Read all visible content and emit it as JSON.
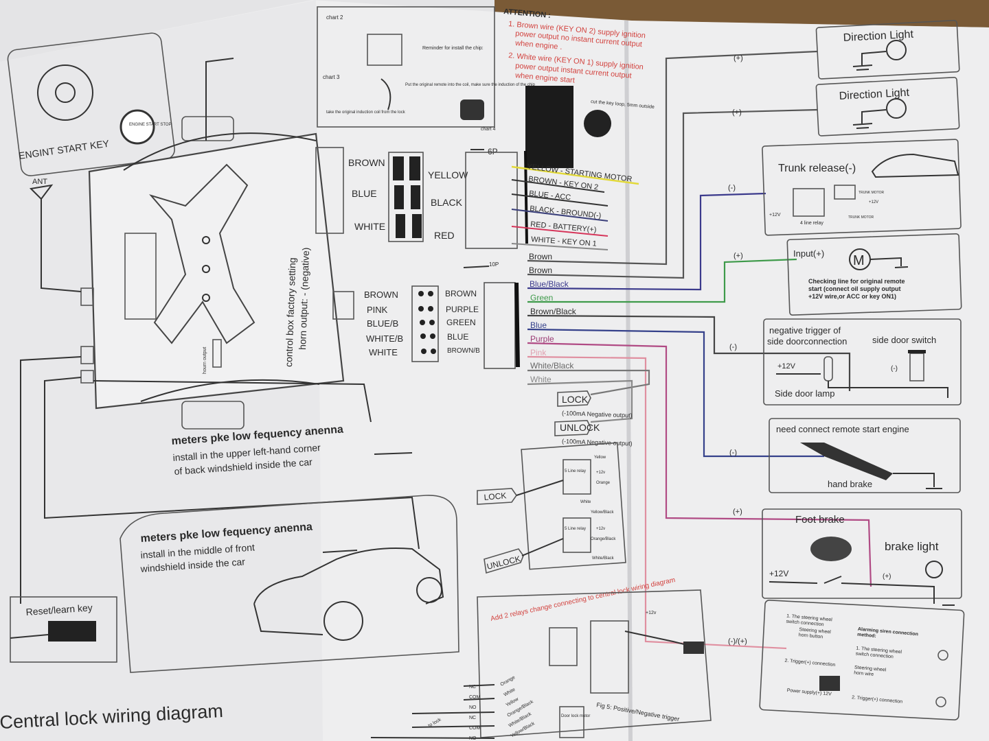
{
  "colors": {
    "paper": "#eeeeef",
    "wood": "#7a5a36",
    "attention": "#d2423e"
  },
  "left_page": {
    "engine_start_key": "ENGINT START KEY",
    "start_button": "ENGINE START STOP",
    "ant": "ANT",
    "control_box_note": [
      "control box factory setting",
      "horn output: - (negative)"
    ],
    "hourn_output": "hourn output",
    "antenna_back_title": "meters pke low fequency anenna",
    "antenna_back_desc": [
      "install in the  upper left-hand corner",
      "of back windshield inside the car"
    ],
    "antenna_front_title": "meters pke low fequency anenna",
    "antenna_front_desc": [
      "install in the  middle of front",
      "windshield inside the car"
    ],
    "reset_key": "Reset/learn key",
    "central_lock_title": "Central lock wiring diagram"
  },
  "top_middle": {
    "chart2": "chart 2",
    "chart3": "chart 3",
    "chart4": "chart 4",
    "reminder": "Reminder for install the chip:",
    "take_out": "take the original induction coil  from the lock",
    "put_chip": "Put the original remote into the coil, make sure the induction of the chip",
    "out_the_key": "cut the key loop, 5mm outside"
  },
  "attention": {
    "title": "ATTENTION :",
    "lines": [
      "1. Brown wire (KEY  ON 2) supply ignition",
      "power output no instant current output",
      "when engine .",
      "2. White wire (KEY  ON 1) supply ignition",
      "power output  instant current output",
      "when engine start"
    ]
  },
  "connector_6p": {
    "label": "6P",
    "left_pins": [
      "BROWN",
      "BLUE",
      "WHITE"
    ],
    "right_pins": [
      "YELLOW",
      "BLACK",
      "RED"
    ],
    "wires": [
      {
        "label": "YELLOW  - STARTING MOTOR",
        "color": "#e2d93a"
      },
      {
        "label": "BROWN  - KEY ON 2",
        "color": "#333333"
      },
      {
        "label": "BLUE  - ACC",
        "color": "#333333"
      },
      {
        "label": "BLACK  - BROUND(-)",
        "color": "#3a3f7a"
      },
      {
        "label": "RED  - BATTERY(+)",
        "color": "#d6355a"
      },
      {
        "label": "WHITE  - KEY ON 1",
        "color": "#777777"
      }
    ]
  },
  "connector_10p": {
    "label": "10P",
    "left_pins": [
      "BROWN",
      "PINK",
      "BLUE/B",
      "WHITE/B",
      "WHITE"
    ],
    "right_pins": [
      "BROWN",
      "PURPLE",
      "GREEN",
      "BLUE",
      "BROWN/B"
    ],
    "wires": [
      {
        "label": "Brown",
        "color": "#555555"
      },
      {
        "label": "Brown",
        "color": "#555555"
      },
      {
        "label": "Blue/Black",
        "color": "#3b3a8c"
      },
      {
        "label": "Green",
        "color": "#3e9a4a"
      },
      {
        "label": "Brown/Black",
        "color": "#555555"
      },
      {
        "label": "Blue",
        "color": "#34408a"
      },
      {
        "label": "Purple",
        "color": "#b04a84"
      },
      {
        "label": "Pink",
        "color": "#e08fa0"
      },
      {
        "label": "White/Black",
        "color": "#777777"
      },
      {
        "label": "White",
        "color": "#888888"
      }
    ]
  },
  "lock_outputs": {
    "lock": "LOCK",
    "lock_note": "(-100mA Negative output)",
    "unlock": "UNLOCK",
    "unlock_note": "(-100mA Negative output)"
  },
  "relays": {
    "lock": "LOCK",
    "unlock": "UNLOCK",
    "relay_label": "5 Line relay",
    "pins_lock": [
      "Yellow",
      "+12v",
      "Orange",
      "White"
    ],
    "pins_unlock": [
      "Yellow/Black",
      "+12v",
      "Orange/Black",
      "White/Black"
    ],
    "note": "Add 2 relays change connecting to central lock wiring diagram"
  },
  "central_lock_bottom": {
    "wires": [
      "Orange",
      "White",
      "Yellow",
      "Orange/Black",
      "White/Black",
      "Yellow/Black"
    ],
    "pins": [
      "NC",
      "COM",
      "NO",
      "NC",
      "COM",
      "NO"
    ],
    "to_lock": "to lock",
    "fig_label": "Fig 5: Positive/Negative trigger",
    "door_lock": "Door lock motor",
    "plus12": "+12v"
  },
  "right_boxes": {
    "direction_light_1": "Direction Light",
    "direction_light_2": "Direction Light",
    "trunk_release": "Trunk release(-)",
    "trunk_motor": "TRUNK MOTOR",
    "relay_4line": "4 line relay",
    "plus12v": "+12V",
    "input": "Input(+)",
    "motor_symbol": "M",
    "checking_line": [
      "Checking line for original remote",
      "start (connect oil supply output",
      "+12V wire,or ACC or key ON1)"
    ],
    "side_door_title": [
      "negative trigger of",
      "side doorconnection"
    ],
    "side_door_switch": "side door switch",
    "side_door_12v": "+12V",
    "side_door_minus": "(-)",
    "side_door_lamp": "Side door lamp",
    "hand_brake_title": "need connect remote start engine",
    "hand_brake": "hand brake",
    "foot_brake": "Foot brake",
    "brake_light": "brake light",
    "foot_12v": "+12V",
    "foot_plus": "(+)",
    "siren_steering": [
      "1. The steering wheel",
      "switch connection"
    ],
    "siren_horn_button": [
      "Steering wheel",
      "horn button"
    ],
    "siren_trigger": "2. Trigger(+) connection",
    "siren_power": "Power supply(+) 12V",
    "siren_method": [
      "Alarming siren connection",
      "method:"
    ],
    "siren_opt1": [
      "1. The steering wheel",
      "switch connection"
    ],
    "siren_horn_wire": [
      "Steering wheel",
      "horn wire"
    ],
    "siren_opt2": "2. Trigger(+) connection"
  },
  "polarity": [
    "(+)",
    "(+)",
    "(-)",
    "(+)",
    "(-)",
    "(-)",
    "(+)",
    "(-)/(+)"
  ]
}
